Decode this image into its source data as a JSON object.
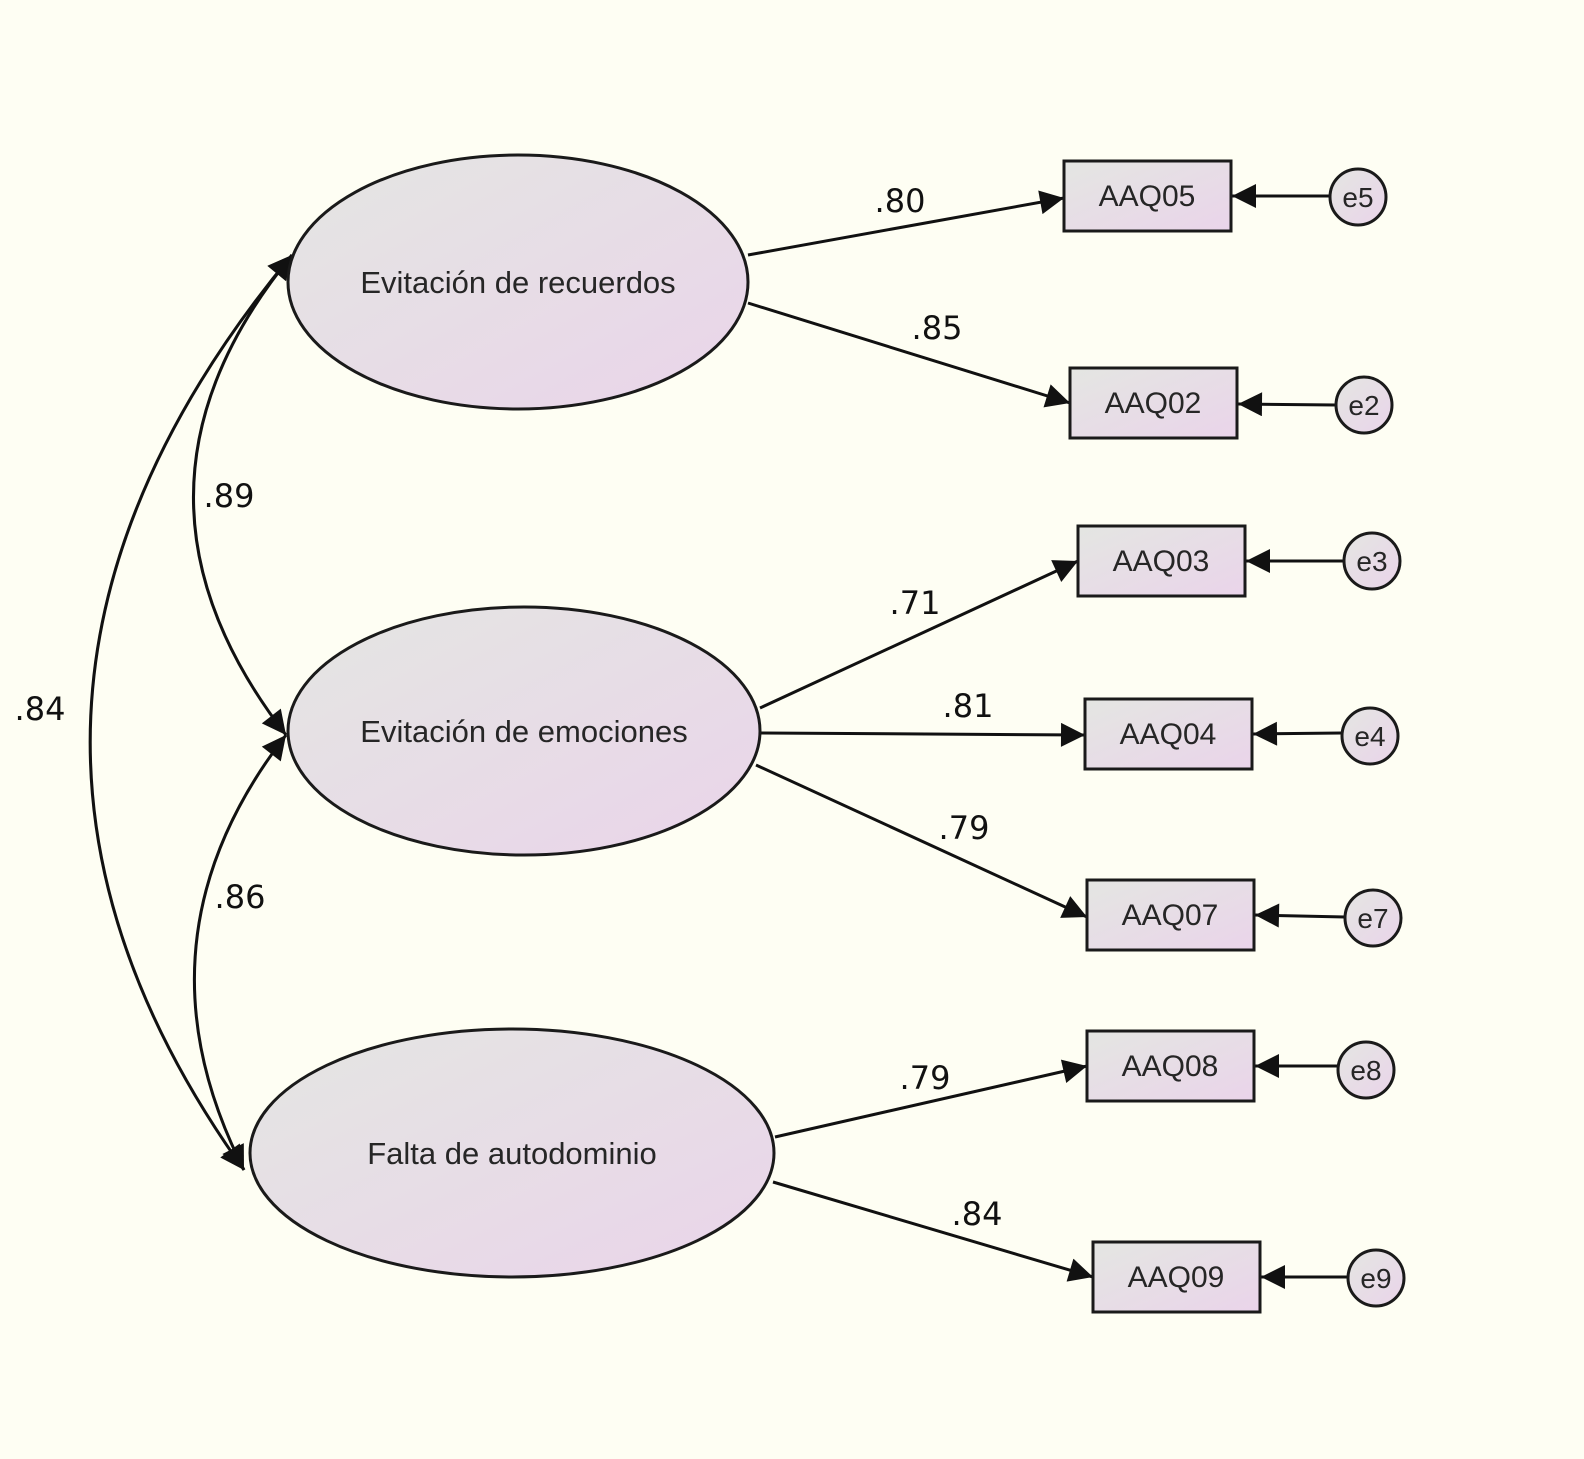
{
  "latent_factors": [
    {
      "id": "F1",
      "label": "Evitación de recuerdos"
    },
    {
      "id": "F2",
      "label": "Evitación de emociones"
    },
    {
      "id": "F3",
      "label": "Falta de autodominio"
    }
  ],
  "indicators": [
    {
      "id": "AAQ05",
      "label": "AAQ05",
      "factor": "F1",
      "loading": ".80",
      "error": "e5"
    },
    {
      "id": "AAQ02",
      "label": "AAQ02",
      "factor": "F1",
      "loading": ".85",
      "error": "e2"
    },
    {
      "id": "AAQ03",
      "label": "AAQ03",
      "factor": "F2",
      "loading": ".71",
      "error": "e3"
    },
    {
      "id": "AAQ04",
      "label": "AAQ04",
      "factor": "F2",
      "loading": ".81",
      "error": "e4"
    },
    {
      "id": "AAQ07",
      "label": "AAQ07",
      "factor": "F2",
      "loading": ".79",
      "error": "e7"
    },
    {
      "id": "AAQ08",
      "label": "AAQ08",
      "factor": "F3",
      "loading": ".79",
      "error": "e8"
    },
    {
      "id": "AAQ09",
      "label": "AAQ09",
      "factor": "F3",
      "loading": ".84",
      "error": "e9"
    }
  ],
  "correlations": [
    {
      "from": "F1",
      "to": "F2",
      "value": ".89"
    },
    {
      "from": "F2",
      "to": "F3",
      "value": ".86"
    },
    {
      "from": "F1",
      "to": "F3",
      "value": ".84"
    }
  ],
  "colors": {
    "background": "#fefef3",
    "fill_start": "#e4e6e2",
    "fill_end": "#ead4ea",
    "stroke": "#1a1a1a"
  }
}
